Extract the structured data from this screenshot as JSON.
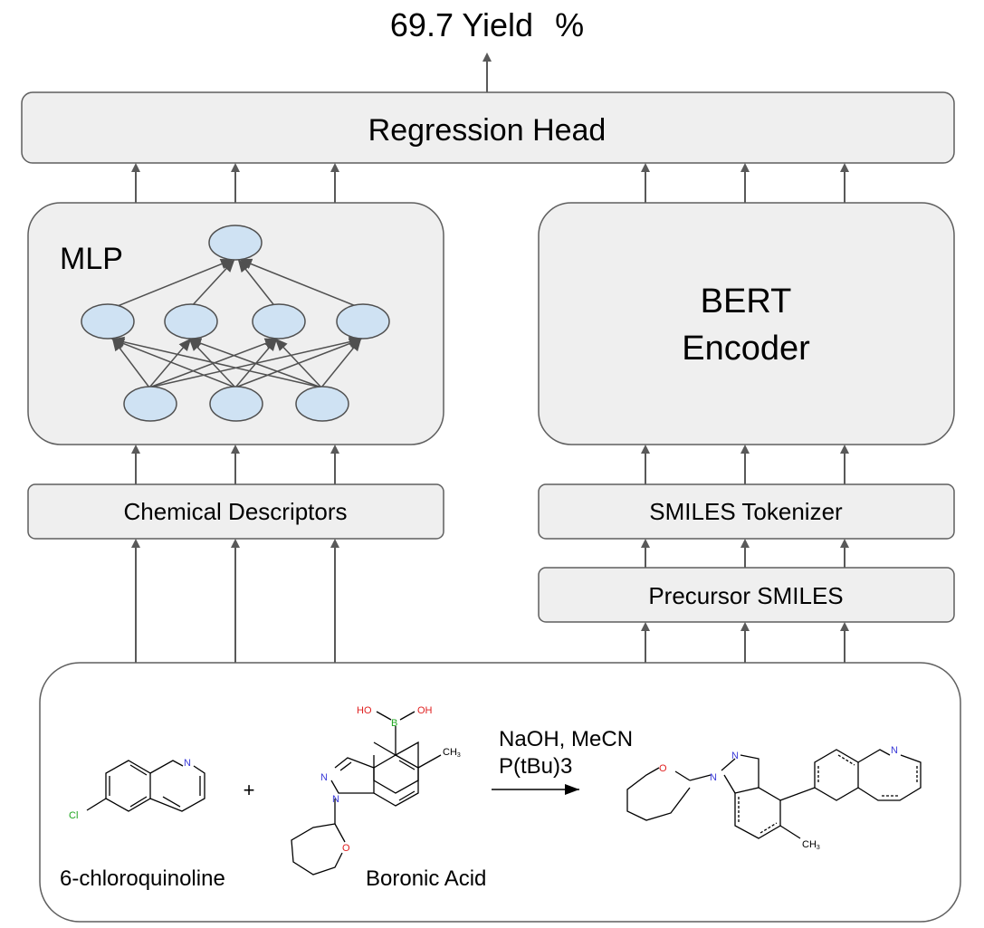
{
  "output": {
    "value": "69.7",
    "label": "Yield",
    "unit": "%"
  },
  "regression_head": {
    "label": "Regression Head"
  },
  "mlp": {
    "label": "MLP"
  },
  "bert": {
    "line1": "BERT",
    "line2": "Encoder"
  },
  "chemical_descriptors": {
    "label": "Chemical Descriptors"
  },
  "smiles_tokenizer": {
    "label": "SMILES Tokenizer"
  },
  "precursor_smiles": {
    "label": "Precursor SMILES"
  },
  "reaction": {
    "reactant1": "6-chloroquinoline",
    "reactant2": "Boronic Acid",
    "plus": "+",
    "conditions_line1": "NaOH, MeCN",
    "conditions_line2": "P(tBu)3",
    "atoms": {
      "n": "N",
      "cl": "Cl",
      "b": "B",
      "ho": "HO",
      "oh": "OH",
      "o": "O",
      "ch3": "CH",
      "ch3_sub": "3"
    },
    "colors": {
      "nitrogen": "#3a3ad8",
      "chlorine": "#1fa51f",
      "boron": "#1fa51f",
      "oxygen": "#e02020"
    }
  },
  "colors": {
    "box_fill": "#efefef",
    "neuron_fill": "#cfe2f3",
    "arrow": "#595959"
  }
}
